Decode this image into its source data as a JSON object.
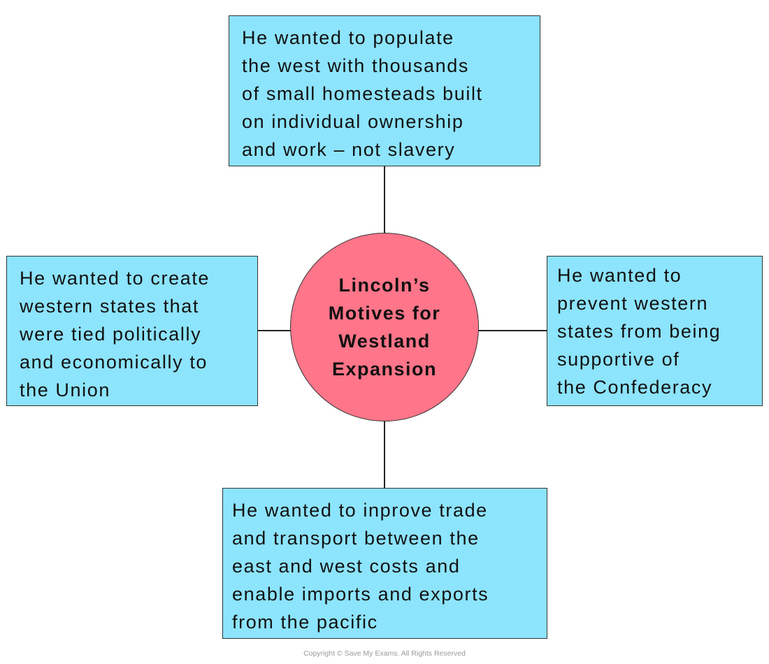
{
  "center": {
    "lines": [
      "Lincoln’s",
      "Motives for",
      "Westland",
      "Expansion"
    ]
  },
  "boxes": {
    "top": {
      "lines": [
        "He wanted to populate",
        "the west with thousands",
        "of small homesteads built",
        "on individual ownership",
        "and work – not slavery"
      ]
    },
    "left": {
      "lines": [
        "He wanted to create",
        "western states that",
        "were tied politically",
        "and economically to",
        "the Union"
      ]
    },
    "right": {
      "lines": [
        "He wanted to",
        "prevent western",
        "states from being",
        "supportive of",
        "the Confederacy"
      ]
    },
    "bottom": {
      "lines": [
        "He wanted to inprove trade",
        "and transport between the",
        "east and west costs and",
        "enable imports and exports",
        "from the pacific"
      ]
    }
  },
  "copyright": "Copyright © Save My Exams. All Rights Reserved",
  "colors": {
    "box_fill": "#8de4fd",
    "center_fill": "#ff7589"
  }
}
